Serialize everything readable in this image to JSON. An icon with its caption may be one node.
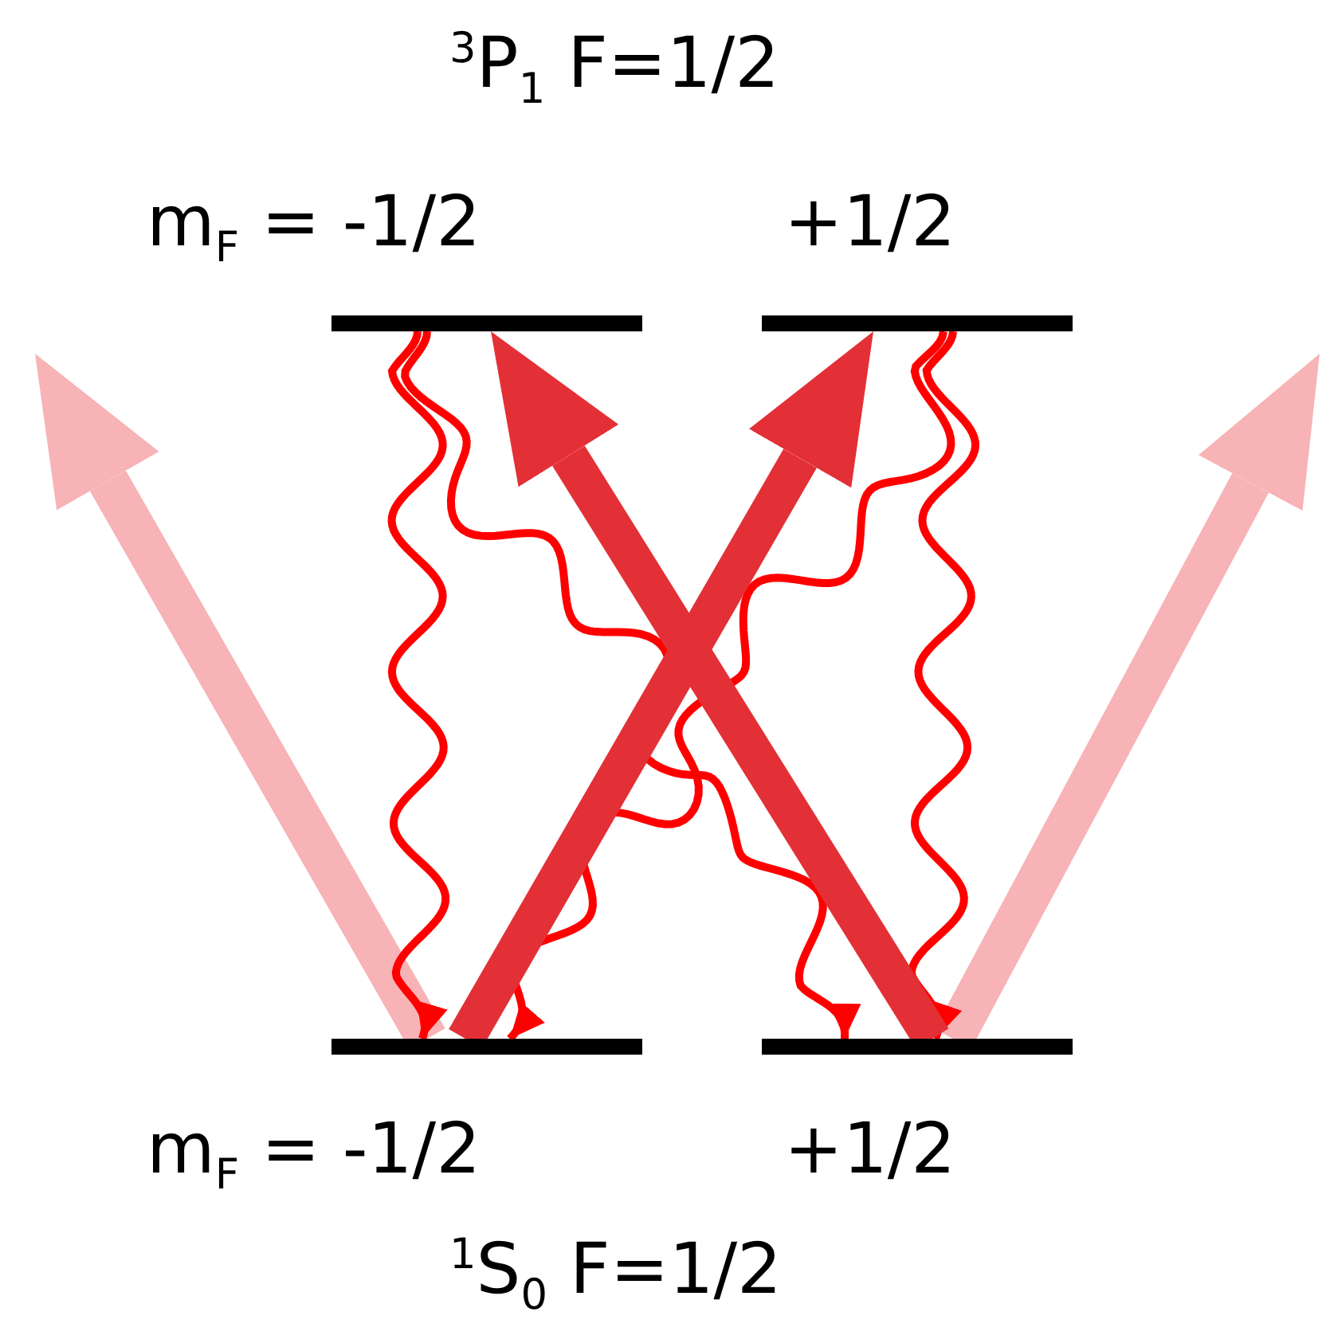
{
  "diagram": {
    "nodes": [
      {
        "text": [],
        "shape": "bar",
        "beside": [
          "m$_{F}$ = -1/2"
        ]
      },
      {
        "text": [],
        "shape": "bar",
        "beside": [
          "+1/2"
        ]
      },
      {
        "text": [],
        "shape": "bar",
        "beside": [
          "m$_{F}$ = -1/2"
        ]
      },
      {
        "text": [],
        "shape": "bar",
        "beside": [
          "+1/2"
        ]
      }
    ],
    "edges": [
      {
        "from": 2,
        "to": null,
        "arrow": "to",
        "style": "thick",
        "color": "#f7b3b6"
      },
      {
        "from": 3,
        "to": null,
        "arrow": "to",
        "style": "thick",
        "color": "#f7b3b6"
      },
      {
        "from": 0,
        "to": 2,
        "arrow": "to"
      },
      {
        "from": 0,
        "to": 3,
        "arrow": "to"
      },
      {
        "from": 1,
        "to": 3,
        "arrow": "to"
      },
      {
        "from": 1,
        "to": 2,
        "arrow": "to"
      },
      {
        "from": 2,
        "to": 1,
        "arrow": "to",
        "style": "thick",
        "color": "#e33036"
      },
      {
        "from": 3,
        "to": 0,
        "arrow": "to",
        "style": "thick",
        "color": "#e33036"
      }
    ],
    "labels": [
      "$^{3}$P$_{1}$ F=1/2",
      "$^{1}$S$_{0}$ F=1/2"
    ]
  }
}
